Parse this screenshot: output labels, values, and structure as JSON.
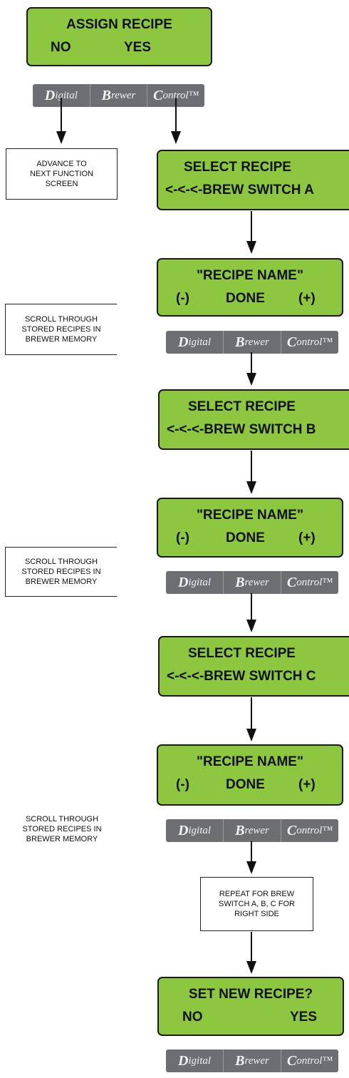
{
  "screens": [
    {
      "line1": "ASSIGN RECIPE",
      "line2": [
        "NO",
        "YES"
      ]
    },
    {
      "line1": "SELECT RECIPE",
      "line2": [
        "<-<-<-BREW SWITCH A"
      ]
    },
    {
      "line1": "\"RECIPE NAME\"",
      "line2": [
        "(-)",
        "DONE",
        "(+)"
      ]
    },
    {
      "line1": "SELECT RECIPE",
      "line2": [
        "<-<-<-BREW SWITCH B"
      ]
    },
    {
      "line1": "\"RECIPE NAME\"",
      "line2": [
        "(-)",
        "DONE",
        "(+)"
      ]
    },
    {
      "line1": "SELECT RECIPE",
      "line2": [
        "<-<-<-BREW SWITCH C"
      ]
    },
    {
      "line1": "\"RECIPE NAME\"",
      "line2": [
        "(-)",
        "DONE",
        "(+)"
      ]
    },
    {
      "line1": "SET NEW RECIPE?",
      "line2": [
        "NO",
        "YES"
      ]
    }
  ],
  "notes": {
    "advance": "ADVANCE TO\nNEXT FUNCTION\nSCREEN",
    "scroll": "SCROLL THROUGH\nSTORED RECIPES IN\nBREWER MEMORY",
    "repeat": "REPEAT FOR BREW\nSWITCH A, B, C FOR\nRIGHT SIDE"
  },
  "control_bar": {
    "digital": {
      "cap": "D",
      "rest": "igital"
    },
    "brewer": {
      "cap": "B",
      "rest": "rewer"
    },
    "control": {
      "cap": "C",
      "rest": "ontrol™"
    }
  },
  "colors": {
    "lcd": "#8dc63f",
    "bar": "#6d6e71"
  }
}
